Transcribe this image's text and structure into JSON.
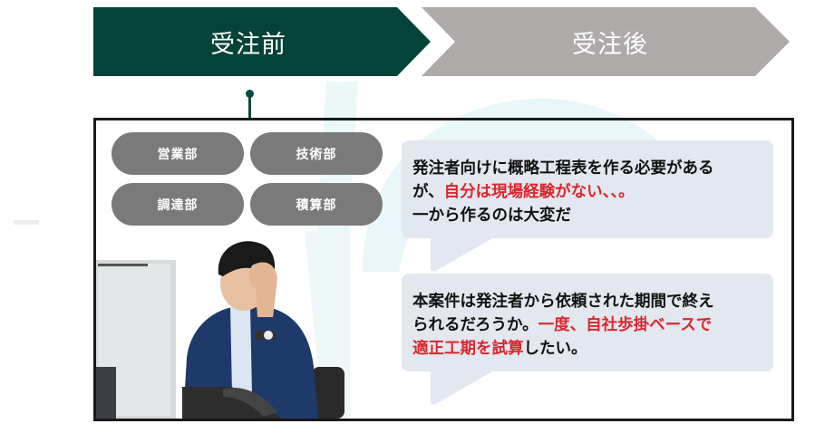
{
  "steps": [
    {
      "label": "受注前",
      "state": "active",
      "color": "#04433a"
    },
    {
      "label": "受注後",
      "state": "inactive",
      "color": "#aeaaaa"
    }
  ],
  "departments": [
    {
      "label": "営業部"
    },
    {
      "label": "技術部"
    },
    {
      "label": "調達部"
    },
    {
      "label": "積算部"
    }
  ],
  "photo": {
    "description": "stressed-businessman-at-desk"
  },
  "bubbles": [
    {
      "segments": [
        {
          "text": "発注者向けに概略工程表を作る必要がある",
          "highlight": false
        },
        {
          "text": "が、",
          "highlight": false
        },
        {
          "text": "自分は現場経験がない、、。",
          "highlight": true
        },
        {
          "text": "一から作るのは大変だ",
          "highlight": false
        }
      ]
    },
    {
      "segments": [
        {
          "text": "本案件は発注者から依頼された期間で終え",
          "highlight": false
        },
        {
          "text": "られるだろうか。",
          "highlight": false
        },
        {
          "text": "一度、自社歩掛ベースで",
          "highlight": true
        },
        {
          "text": "適正工期を試算",
          "highlight": true
        },
        {
          "text": "したい。",
          "highlight": false
        }
      ]
    }
  ],
  "colors": {
    "accent_dark_green": "#04433a",
    "inactive_gray": "#aeaaaa",
    "dept_gray": "#7a7a7a",
    "bubble_bg": "#e3e7ef",
    "highlight_red": "#d9272e"
  }
}
